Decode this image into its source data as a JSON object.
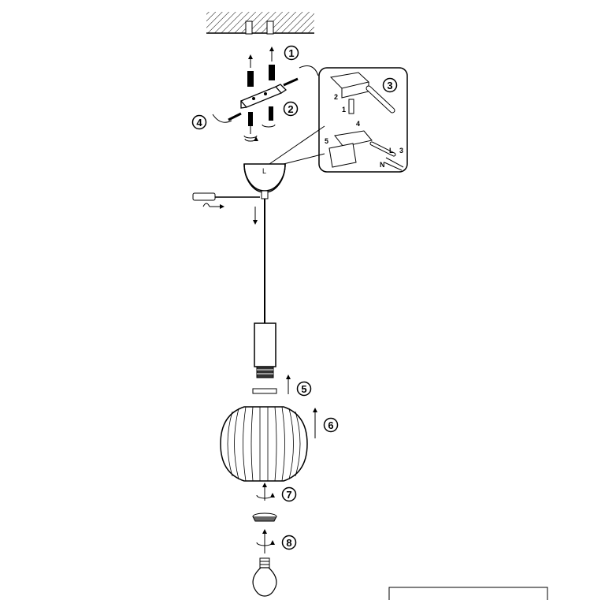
{
  "steps": [
    {
      "number": "1"
    },
    {
      "number": "2"
    },
    {
      "number": "3"
    },
    {
      "number": "4"
    },
    {
      "number": "5"
    },
    {
      "number": "6"
    },
    {
      "number": "7"
    },
    {
      "number": "8"
    }
  ],
  "detail": {
    "labels": [
      "1",
      "2",
      "4",
      "5",
      "3"
    ],
    "wire_live": "L",
    "wire_neutral": "N"
  },
  "colors": {
    "ink": "#000000",
    "paper": "#ffffff"
  }
}
